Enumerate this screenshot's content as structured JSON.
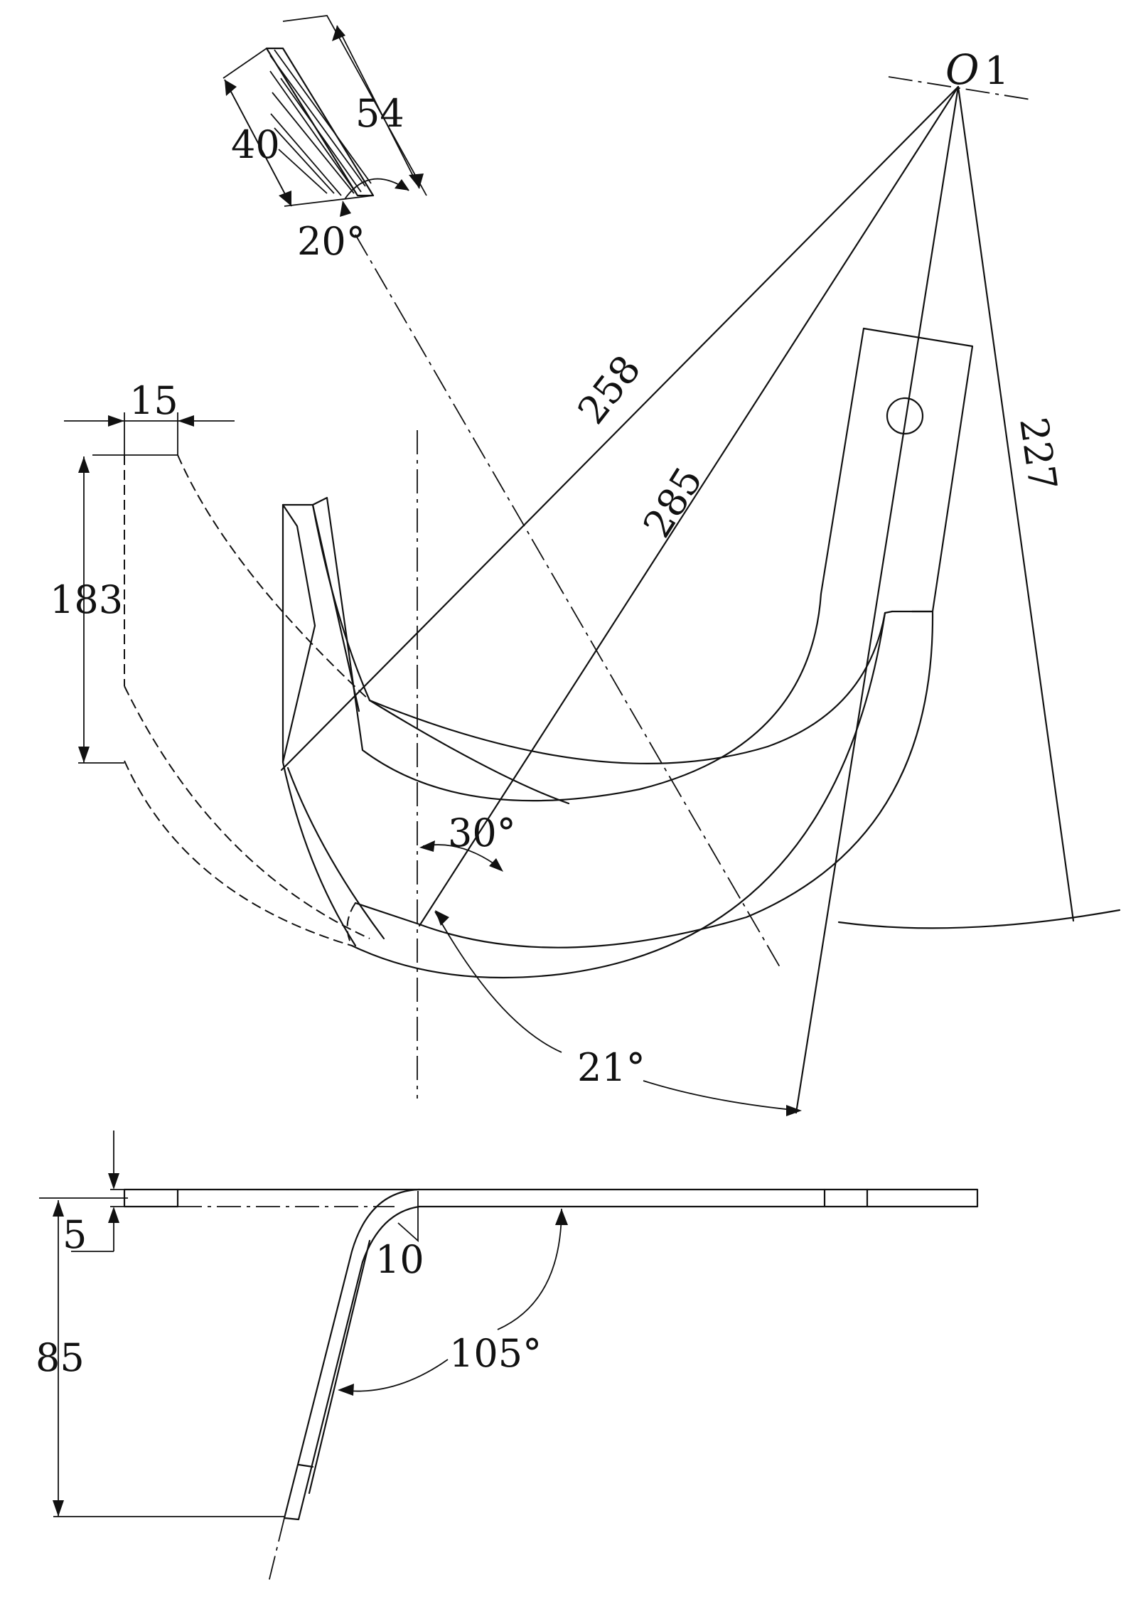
{
  "labels": {
    "center_point": "O",
    "center_point_sub": "1",
    "dim_54": "54",
    "dim_40": "40",
    "dim_20deg": "20°",
    "dim_258": "258",
    "dim_285": "285",
    "dim_227": "227",
    "dim_15": "15",
    "dim_183": "183",
    "dim_30deg": "30°",
    "dim_21deg": "21°",
    "dim_5": "5",
    "dim_10": "10",
    "dim_85": "85",
    "dim_105deg": "105°"
  }
}
